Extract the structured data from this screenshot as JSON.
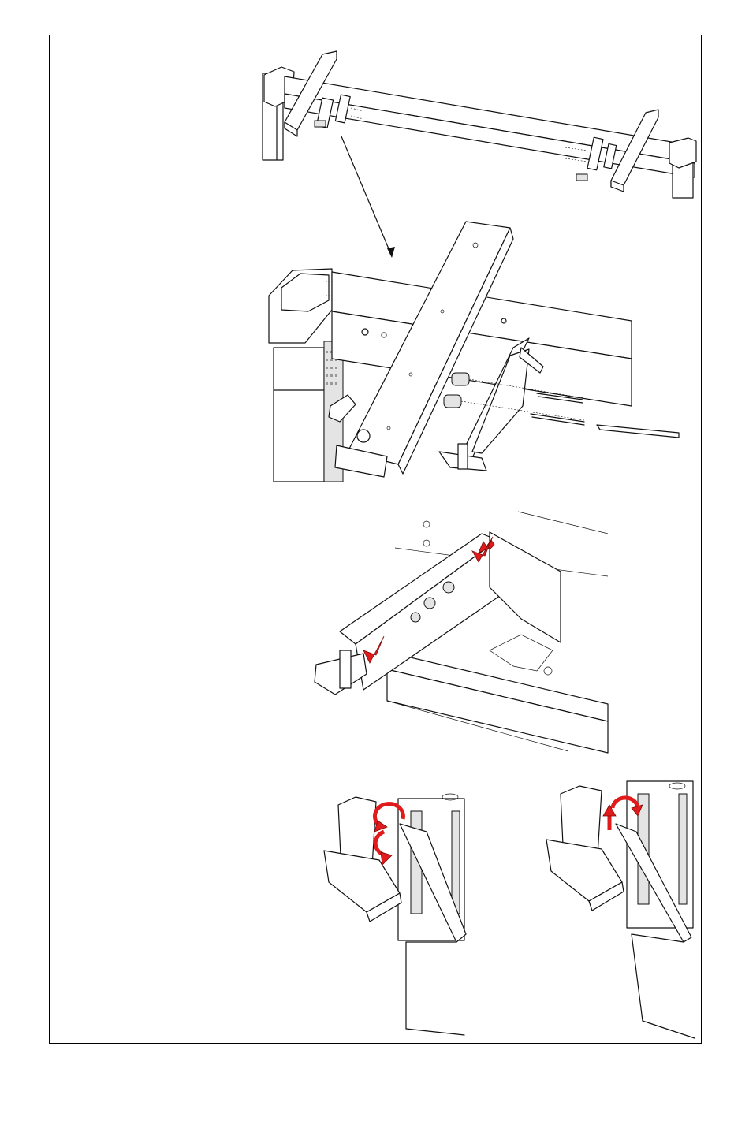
{
  "document": {
    "step_text": "",
    "colors": {
      "frame": "#000000",
      "arrow": "#e11b1b",
      "shading": "#e4e4e4"
    },
    "figures": [
      {
        "name": "frame-overview",
        "description_icon": "desk-frame-icon"
      },
      {
        "name": "bracket-detail",
        "description_icon": "bracket-icon"
      },
      {
        "name": "clip-press-detail",
        "description_icon": "clip-icon"
      },
      {
        "name": "clip-rotate-left",
        "description_icon": "rotate-icon"
      },
      {
        "name": "clip-rotate-right",
        "description_icon": "rotate-icon"
      }
    ]
  }
}
